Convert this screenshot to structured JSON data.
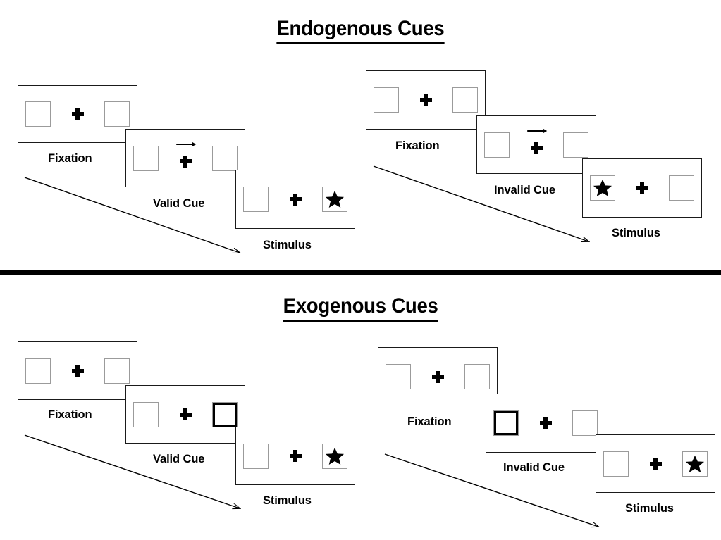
{
  "figure": {
    "type": "diagram",
    "topic": "Posner spatial cueing paradigm: endogenous vs exogenous cues"
  },
  "sections": [
    {
      "id": "endogenous",
      "title": "Endogenous Cues",
      "columns": [
        {
          "id": "endogenous-valid",
          "frames": [
            {
              "label": "Fixation",
              "left_box": "empty",
              "right_box": "empty",
              "cue": "none",
              "fixation": "plus"
            },
            {
              "label": "Valid Cue",
              "left_box": "empty",
              "right_box": "empty",
              "cue": "arrow-right",
              "fixation": "plus"
            },
            {
              "label": "Stimulus",
              "left_box": "empty",
              "right_box": "star",
              "cue": "none",
              "fixation": "plus"
            }
          ]
        },
        {
          "id": "endogenous-invalid",
          "frames": [
            {
              "label": "Fixation",
              "left_box": "empty",
              "right_box": "empty",
              "cue": "none",
              "fixation": "plus"
            },
            {
              "label": "Invalid Cue",
              "left_box": "empty",
              "right_box": "empty",
              "cue": "arrow-right",
              "fixation": "plus"
            },
            {
              "label": "Stimulus",
              "left_box": "star",
              "right_box": "empty",
              "cue": "none",
              "fixation": "plus"
            }
          ]
        }
      ]
    },
    {
      "id": "exogenous",
      "title": "Exogenous Cues",
      "columns": [
        {
          "id": "exogenous-valid",
          "frames": [
            {
              "label": "Fixation",
              "left_box": "empty",
              "right_box": "empty",
              "cue": "none",
              "fixation": "plus"
            },
            {
              "label": "Valid Cue",
              "left_box": "empty",
              "right_box": "highlight",
              "cue": "none",
              "fixation": "plus"
            },
            {
              "label": "Stimulus",
              "left_box": "empty",
              "right_box": "star",
              "cue": "none",
              "fixation": "plus"
            }
          ]
        },
        {
          "id": "exogenous-invalid",
          "frames": [
            {
              "label": "Fixation",
              "left_box": "empty",
              "right_box": "empty",
              "cue": "none",
              "fixation": "plus"
            },
            {
              "label": "Invalid Cue",
              "left_box": "highlight",
              "right_box": "empty",
              "cue": "none",
              "fixation": "plus"
            },
            {
              "label": "Stimulus",
              "left_box": "empty",
              "right_box": "star",
              "cue": "none",
              "fixation": "plus"
            }
          ]
        }
      ]
    }
  ],
  "icons": {
    "fixation_cross": "plus-icon",
    "endogenous_cue": "arrow-right-icon",
    "target": "star-icon",
    "progression": "time-arrow-icon"
  },
  "colors": {
    "ink": "#000000",
    "frame_border": "#1a1a1a",
    "box_border": "#9b9b9b",
    "background": "#ffffff"
  }
}
